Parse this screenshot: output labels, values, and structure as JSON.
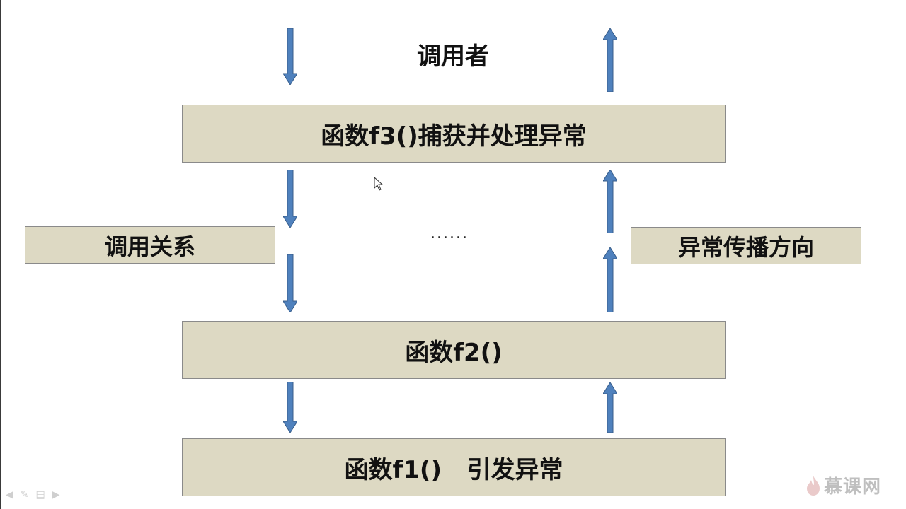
{
  "caller": "调用者",
  "boxes": {
    "f3": "函数f3()捕获并处理异常",
    "f2": "函数f2()",
    "f1": "函数f1()   引发异常"
  },
  "side_labels": {
    "call_relation": "调用关系",
    "exception_direction": "异常传播方向"
  },
  "ellipsis": "......",
  "watermark": "慕课网",
  "colors": {
    "box_fill": "#ddd9c3",
    "arrow_fill": "#4f81bd",
    "arrow_stroke": "#385d8a"
  }
}
